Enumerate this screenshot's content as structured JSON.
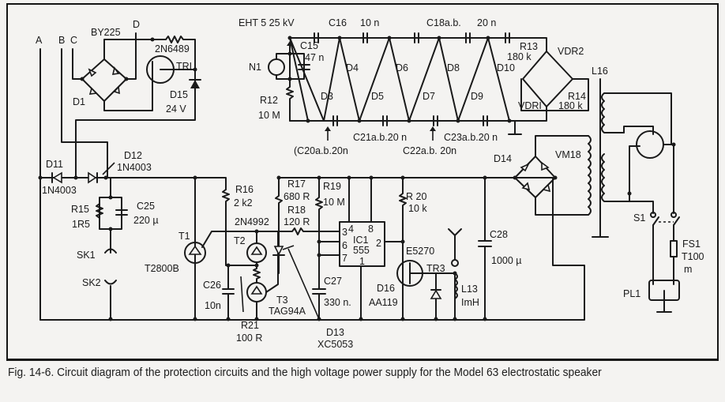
{
  "caption": "Fig. 14-6. Circuit diagram of the protection circuits and the high voltage power supply for the Model 63 electrostatic speaker",
  "terminals": {
    "a": "A",
    "b": "B",
    "c": "C",
    "d": "D"
  },
  "components": {
    "by225": "BY225",
    "d1": "D1",
    "tr1_type": "2N6489",
    "tr1": "TRI",
    "d15": "D15",
    "d15_value": "24 V",
    "d11": "D11",
    "d11_type": "1N4003",
    "d12": "D12",
    "d12_type": "1N4003",
    "r15": "R15",
    "r15_value": "1R5",
    "c25": "C25",
    "c25_value": "220 µ",
    "sk1": "SK1",
    "sk2": "SK2",
    "t1": "T1",
    "t1_type": "T2800B",
    "r16": "R16",
    "r16_value": "2 k2",
    "t2_type": "2N4992",
    "t2": "T2",
    "c26": "C26",
    "c26_value": "10n",
    "r21": "R21",
    "r21_value": "100 R",
    "t3": "T3",
    "t3_type": "TAG94A",
    "d13": "D13",
    "d13_type": "XC5053",
    "r17": "R17",
    "r17_value": "680 R",
    "r18": "R18",
    "r18_value": "120 R",
    "r19": "R19",
    "r19_value": "10 M",
    "ic1": "IC1",
    "ic1_type": "555",
    "ic1_pins": {
      "p3": "3",
      "p4": "4",
      "p6": "6",
      "p7": "7",
      "p8": "8",
      "p2": "2",
      "p1": "1"
    },
    "c27": "C27",
    "c27_value": "330 n.",
    "r20": "R 20",
    "r20_value": "10 k",
    "tr3_type": "E5270",
    "tr3": "TR3",
    "d16": "D16",
    "d16_type": "AA119",
    "l13": "L13",
    "l13_value": "ImH",
    "c28": "C28",
    "c28_value": "1000 µ",
    "eht": "EHT  5   25  kV",
    "c16": "C16",
    "c16_value": "10  n",
    "c18": "C18a.b.",
    "c18_value": "20  n",
    "c15": "C15",
    "c15_value": "47 n",
    "n1": "N1",
    "r12": "R12",
    "r12_value": "10 M",
    "d3": "D3",
    "d4": "D4",
    "d5": "D5",
    "d6": "D6",
    "d7": "D7",
    "d8": "D8",
    "d9": "D9",
    "d10": "D10",
    "c20": "(C20a.b.20n",
    "c21": "C21a.b.20 n",
    "c22": "C22a.b. 20n",
    "c23": "C23a.b.20 n",
    "r13": "R13",
    "r13_value": "180 k",
    "r14": "R14",
    "r14_value": "180 k",
    "vdr1": "VDRI",
    "vdr2": "VDR2",
    "l16": "L16",
    "d14": "D14",
    "vm18": "VM18",
    "s1": "S1",
    "fs1": "FS1",
    "fs1_value": "T100",
    "fs1_unit": "m",
    "pl1": "PL1"
  }
}
